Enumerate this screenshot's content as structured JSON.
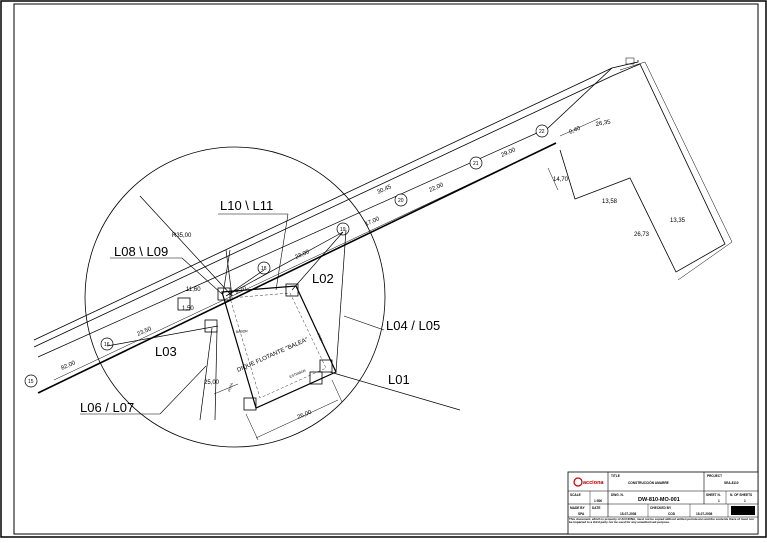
{
  "drawing": {
    "labels": {
      "l10_l11": "L10 \\ L11",
      "l08_l09": "L08 \\ L09",
      "l02": "L02",
      "l04_l05": "L04 / L05",
      "l03": "L03",
      "l01": "L01",
      "l06_l07": "L06 / L07"
    },
    "radius_label": "R35,00",
    "structure_text": {
      "dique": "DIQUE FLOTANTE \"BALEA\"",
      "babor": "BABOR",
      "estribor": "ESTRIBOR",
      "popa": "POPA",
      "proa": "PROA"
    },
    "stations": [
      "15",
      "16",
      "18",
      "19",
      "20",
      "21",
      "22"
    ],
    "dimensions": {
      "d82": "82,00",
      "d23_50": "23,50",
      "d11_60": "11,60",
      "d9_20": "9,20",
      "d23_00": "23,00",
      "d17_00": "17,00",
      "d30_45": "30,45",
      "d22_00": "22,00",
      "d29_00": "29,00",
      "d0_40": "0,40",
      "d26_35": "26,35",
      "d14_70": "14,70",
      "d13_58": "13,58",
      "d26_73": "26,73",
      "d13_35": "13,35",
      "d25_00": "25,00",
      "d26_00": "26,00",
      "d1": "1,50"
    }
  },
  "title_block": {
    "logo_text": "acciona",
    "title_label": "TITLE",
    "title_value": "CONSTRUCCIÓN AMARRE",
    "project_label": "PROJECT",
    "project_value": "SEA-8110",
    "scale_label": "SCALE",
    "scale_value": "1:500",
    "dwg_label": "DWG. N.",
    "dwg_value": "DW-810-MO-001",
    "sheet_label": "SHEET N.",
    "sheet_value": "1",
    "of_label": "N. OF SHEETS",
    "of_value": "1",
    "made_label": "MADE BY",
    "made_value": "SPA",
    "date_label": "DATE",
    "date1": "15-07-2008",
    "checked_label": "CHECKED BY",
    "checked_value": "COD",
    "date2": "15-07-2008",
    "note": "This document, which is property of ACCIONA, must not be copied without written permission and the contents there of must not be imparted to a third party nor be used for any unauthorised purpose."
  }
}
